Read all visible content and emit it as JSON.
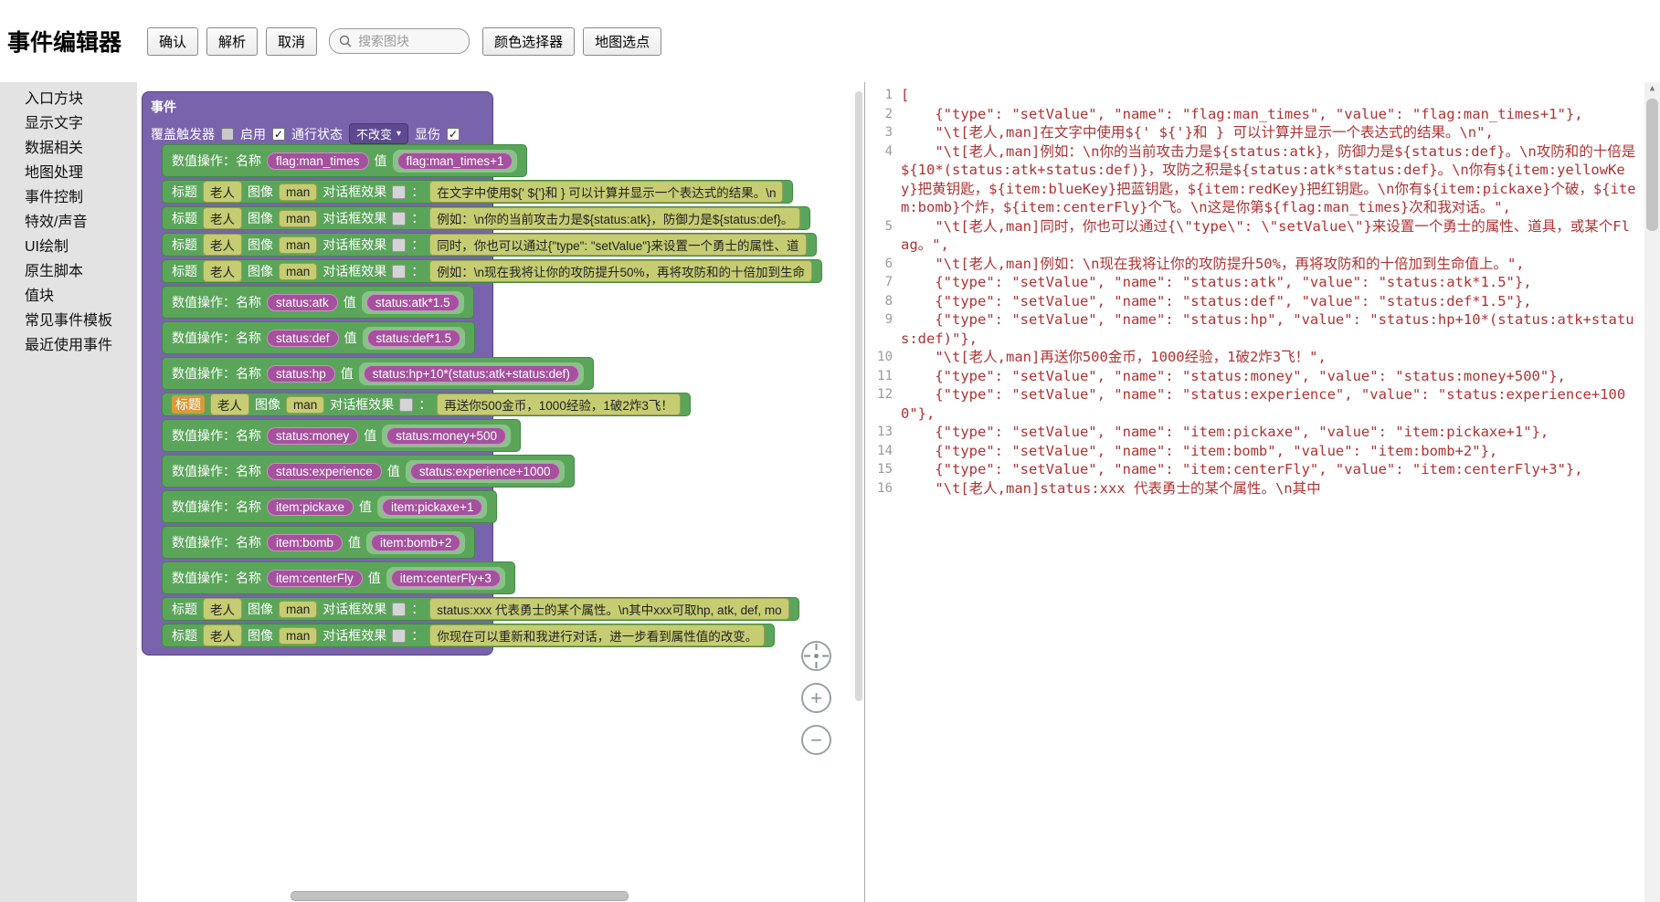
{
  "app": {
    "title": "事件编辑器"
  },
  "toolbar": {
    "buttons": [
      {
        "name": "confirm-button",
        "label": "确认"
      },
      {
        "name": "parse-button",
        "label": "解析"
      },
      {
        "name": "cancel-button",
        "label": "取消"
      }
    ],
    "search_placeholder": "搜索图块",
    "right_buttons": [
      {
        "name": "color-picker-button",
        "label": "颜色选择器"
      },
      {
        "name": "map-point-button",
        "label": "地图选点"
      }
    ]
  },
  "sidebar": {
    "items": [
      "入口方块",
      "显示文字",
      "数据相关",
      "地图处理",
      "事件控制",
      "特效/声音",
      "UI绘制",
      "原生脚本",
      "值块",
      "常见事件模板",
      "最近使用事件"
    ]
  },
  "canvas": {
    "event_block": {
      "title": "事件",
      "header_fields": [
        {
          "label": "覆盖触发器",
          "type": "checkbox",
          "checked": false
        },
        {
          "label": "启用",
          "type": "checkbox",
          "checked": true
        },
        {
          "label": "通行状态",
          "type": "dropdown",
          "value": "不改变"
        },
        {
          "label": "显伤",
          "type": "checkbox",
          "checked": true
        }
      ],
      "labels": {
        "setvalue": "数值操作：名称",
        "value": "值",
        "title": "标题",
        "image": "图像",
        "dialog": "对话框效果",
        "colon": "："
      },
      "rows": [
        {
          "kind": "setvalue",
          "name": "flag:man_times",
          "value": "flag:man_times+1"
        },
        {
          "kind": "text",
          "title": "老人",
          "image": "man",
          "text": "在文字中使用${' ${'}和 } 可以计算并显示一个表达式的结果。\\n"
        },
        {
          "kind": "text",
          "title": "老人",
          "image": "man",
          "text": "例如：\\n你的当前攻击力是${status:atk}，防御力是${status:def}。"
        },
        {
          "kind": "text",
          "title": "老人",
          "image": "man",
          "text": "同时，你也可以通过{\"type\": \"setValue\"}来设置一个勇士的属性、道"
        },
        {
          "kind": "text",
          "title": "老人",
          "image": "man",
          "text": "例如：\\n现在我将让你的攻防提升50%，再将攻防和的十倍加到生命"
        },
        {
          "kind": "setvalue",
          "name": "status:atk",
          "value": "status:atk*1.5"
        },
        {
          "kind": "setvalue",
          "name": "status:def",
          "value": "status:def*1.5"
        },
        {
          "kind": "setvalue",
          "name": "status:hp",
          "value": "status:hp+10*(status:atk+status:def)"
        },
        {
          "kind": "text",
          "title": "老人",
          "image": "man",
          "title_highlight": true,
          "text": "再送你500金币，1000经验，1破2炸3飞！"
        },
        {
          "kind": "setvalue",
          "name": "status:money",
          "value": "status:money+500"
        },
        {
          "kind": "setvalue",
          "name": "status:experience",
          "value": "status:experience+1000"
        },
        {
          "kind": "setvalue",
          "name": "item:pickaxe",
          "value": "item:pickaxe+1"
        },
        {
          "kind": "setvalue",
          "name": "item:bomb",
          "value": "item:bomb+2"
        },
        {
          "kind": "setvalue",
          "name": "item:centerFly",
          "value": "item:centerFly+3"
        },
        {
          "kind": "text",
          "title": "老人",
          "image": "man",
          "text": "status:xxx 代表勇士的某个属性。\\n其中xxx可取hp, atk, def, mo"
        },
        {
          "kind": "text",
          "title": "老人",
          "image": "man",
          "text": "你现在可以重新和我进行对话，进一步看到属性值的改变。"
        }
      ]
    },
    "zoom_buttons": [
      {
        "name": "zoom-reset-button",
        "glyph": "crosshair"
      },
      {
        "name": "zoom-in-button",
        "glyph": "+"
      },
      {
        "name": "zoom-out-button",
        "glyph": "−"
      }
    ]
  },
  "code_panel": {
    "lines": [
      {
        "n": 1,
        "text": "["
      },
      {
        "n": 2,
        "text": "    {\"type\": \"setValue\", \"name\": \"flag:man_times\", \"value\": \"flag:man_times+1\"},"
      },
      {
        "n": 3,
        "text": "    \"\\t[老人,man]在文字中使用${' ${'}和 } 可以计算并显示一个表达式的结果。\\n\","
      },
      {
        "n": 4,
        "text": "    \"\\t[老人,man]例如：\\n你的当前攻击力是${status:atk}，防御力是${status:def}。\\n攻防和的十倍是${10*(status:atk+status:def)}，攻防之积是${status:atk*status:def}。\\n你有${item:yellowKey}把黄钥匙，${item:blueKey}把蓝钥匙，${item:redKey}把红钥匙。\\n你有${item:pickaxe}个破，${item:bomb}个炸，${item:centerFly}个飞。\\n这是你第${flag:man_times}次和我对话。\","
      },
      {
        "n": 5,
        "text": "    \"\\t[老人,man]同时，你也可以通过{\\\"type\\\": \\\"setValue\\\"}来设置一个勇士的属性、道具，或某个Flag。\","
      },
      {
        "n": 6,
        "text": "    \"\\t[老人,man]例如：\\n现在我将让你的攻防提升50%，再将攻防和的十倍加到生命值上。\","
      },
      {
        "n": 7,
        "text": "    {\"type\": \"setValue\", \"name\": \"status:atk\", \"value\": \"status:atk*1.5\"},"
      },
      {
        "n": 8,
        "text": "    {\"type\": \"setValue\", \"name\": \"status:def\", \"value\": \"status:def*1.5\"},"
      },
      {
        "n": 9,
        "text": "    {\"type\": \"setValue\", \"name\": \"status:hp\", \"value\": \"status:hp+10*(status:atk+status:def)\"},"
      },
      {
        "n": 10,
        "text": "    \"\\t[老人,man]再送你500金币，1000经验，1破2炸3飞！\","
      },
      {
        "n": 11,
        "text": "    {\"type\": \"setValue\", \"name\": \"status:money\", \"value\": \"status:money+500\"},"
      },
      {
        "n": 12,
        "text": "    {\"type\": \"setValue\", \"name\": \"status:experience\", \"value\": \"status:experience+1000\"},"
      },
      {
        "n": 13,
        "text": "    {\"type\": \"setValue\", \"name\": \"item:pickaxe\", \"value\": \"item:pickaxe+1\"},"
      },
      {
        "n": 14,
        "text": "    {\"type\": \"setValue\", \"name\": \"item:bomb\", \"value\": \"item:bomb+2\"},"
      },
      {
        "n": 15,
        "text": "    {\"type\": \"setValue\", \"name\": \"item:centerFly\", \"value\": \"item:centerFly+3\"},"
      },
      {
        "n": 16,
        "text": "    \"\\t[老人,man]status:xxx 代表勇士的某个属性。\\n其中"
      }
    ]
  }
}
